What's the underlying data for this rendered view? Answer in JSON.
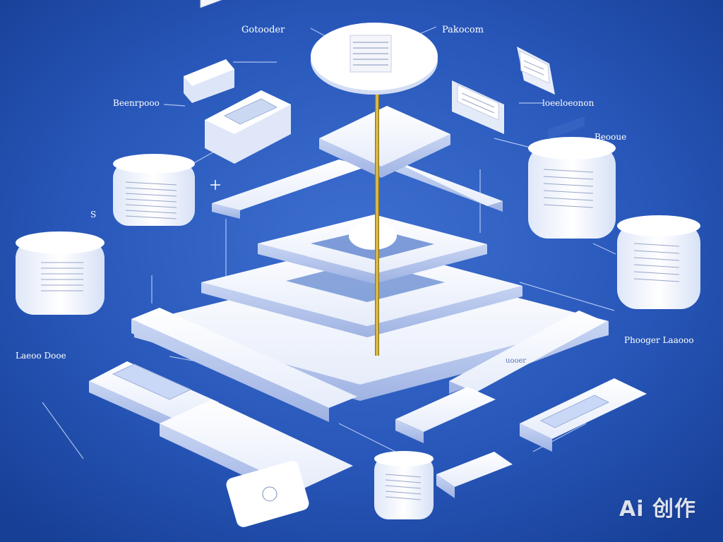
{
  "labels": {
    "top_left": "Gotooder",
    "top_right": "Pakocom",
    "upper_left": "Beenrpooo",
    "upper_right": "loeeloeonon",
    "right": "Beooue",
    "left_small": "S",
    "mid_left": "Laeoo Dooe",
    "mid_right": "Phooger Laaooo",
    "center_tag": "uooer"
  },
  "watermark": "Ai 创作",
  "colors": {
    "background": "#1f4fb0",
    "panel": "#f4f7ff",
    "panel_shade": "#c9d6f2",
    "pillar": "#d4b43a",
    "line": "#cfdcff"
  }
}
